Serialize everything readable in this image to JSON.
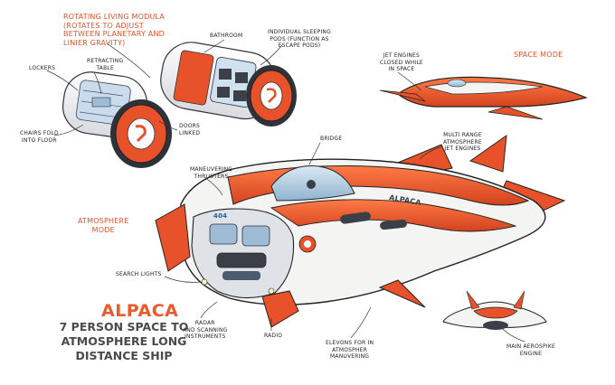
{
  "sheet": {
    "title": "ALPACA",
    "subtitle": "7 PERSON SPACE TO\nATMOSPHERE LONG\nDISTANCE SHIP",
    "mode_labels": {
      "space": "SPACE MODE",
      "atmosphere": "ATMOSPHERE\nMODE"
    },
    "callouts": {
      "rotating_module": "ROTATING LIVING MODULA\n(ROTATES TO ADJUST\nBETWEEN PLANETARY AND\nLINIER GRAVITY)",
      "bathroom": "BATHROOM",
      "sleeping_pods": "INDIVIDUAL SLEEPING\nPODS (FUNCTION AS\nESCAPE PODS)",
      "lockers": "LOCKERS",
      "retracting_table": "RETRACTING\nTABLE",
      "chairs": "CHAIRS FOLD\nINTO FLOOR",
      "doors": "DOORS\nLINKED",
      "jet_engines_closed": "JET ENGINES\nCLOSED WHILE\nIN SPACE",
      "bridge": "BRIDGE",
      "multi_range": "MULTI RANGE\nATMOSPHERE\nJET ENGINES",
      "maneuvering_thrusters": "MANEUVERING\nTHRUSTERS",
      "search_lights": "SEARCH LIGHTS",
      "radar": "RADAR\nAND SCANNING\nINSTRUMENTS",
      "radio": "RADIO",
      "elevons": "ELEVONS FOR IN\nATMOSPHER\nMANUVERING",
      "aerospike": "MAIN AEROSPIKE\nENGINE"
    },
    "hull_text": {
      "name": "ALPACA",
      "number": "404"
    },
    "colors": {
      "hull_orange": "#e8522a",
      "hull_white": "#f4f4f2",
      "glass_blue": "#b9d3e6",
      "dark_metal": "#3b4048",
      "label_orange": "#e0542b"
    }
  }
}
